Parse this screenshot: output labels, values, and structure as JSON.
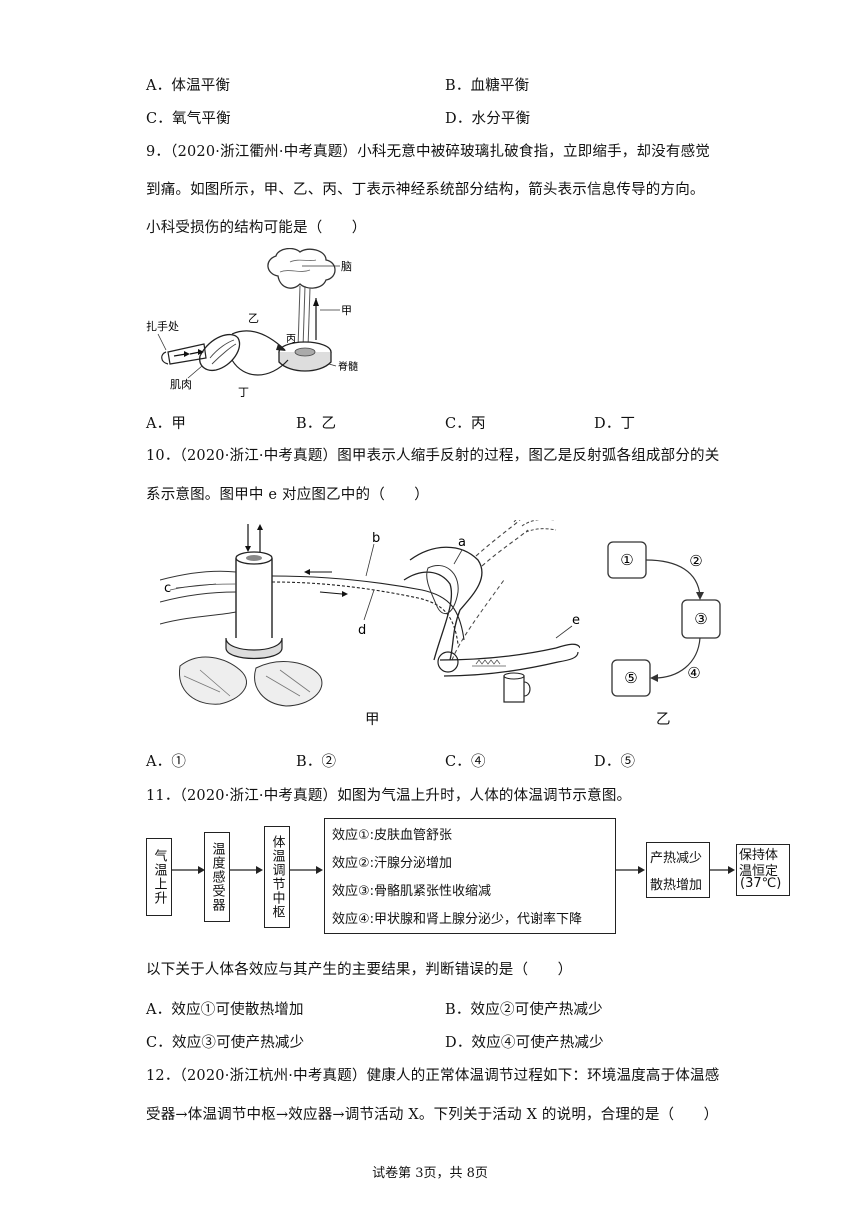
{
  "q8_options": {
    "A": "A．体温平衡",
    "B": "B．血糖平衡",
    "C": "C．氧气平衡",
    "D": "D．水分平衡"
  },
  "q9": {
    "line1": "9．（2020·浙江衢州·中考真题）小科无意中被碎玻璃扎破食指，立即缩手，却没有感觉",
    "line2": "到痛。如图所示，甲、乙、丙、丁表示神经系统部分结构，箭头表示信息传导的方向。",
    "line3": "小科受损伤的结构可能是（　　）",
    "figure": {
      "brain": "脑",
      "jia": "甲",
      "yi": "乙",
      "bing": "丙",
      "ding": "丁",
      "spinal_cord": "脊髓",
      "puncture_site": "扎手处",
      "muscle": "肌肉"
    },
    "options": {
      "A": "A．甲",
      "B": "B．乙",
      "C": "C．丙",
      "D": "D．丁"
    }
  },
  "q10": {
    "line1": "10．（2020·浙江·中考真题）图甲表示人缩手反射的过程，图乙是反射弧各组成部分的关",
    "line2": "系示意图。图甲中 e 对应图乙中的（　　）",
    "figure": {
      "a": "a",
      "b": "b",
      "c": "c",
      "d": "d",
      "e": "e",
      "caption_jia": "甲",
      "caption_yi": "乙",
      "n1": "①",
      "n2": "②",
      "n3": "③",
      "n4": "④",
      "n5": "⑤"
    },
    "options": {
      "A": "A．①",
      "B": "B．②",
      "C": "C．④",
      "D": "D．⑤"
    }
  },
  "q11": {
    "line1": "11．（2020·浙江·中考真题）如图为气温上升时，人体的体温调节示意图。",
    "flow": {
      "box1": "气温上升",
      "box2": "温度感受器",
      "box3": "体温调节中枢",
      "effect1": "效应①:皮肤血管舒张",
      "effect2": "效应②:汗腺分泌增加",
      "effect3": "效应③:骨骼肌紧张性收缩减",
      "effect4": "效应④:甲状腺和肾上腺分泌少，代谢率下降",
      "result1": "产热减少",
      "result2": "散热增加",
      "final1": "保持体",
      "final2": "温恒定",
      "final3": "(37℃)"
    },
    "stem": "以下关于人体各效应与其产生的主要结果，判断错误的是（　　）",
    "options": {
      "A": "A．效应①可使散热增加",
      "B": "B．效应②可使产热减少",
      "C": "C．效应③可使产热减少",
      "D": "D．效应④可使产热减少"
    }
  },
  "q12": {
    "line1": "12．（2020·浙江杭州·中考真题）健康人的正常体温调节过程如下：环境温度高于体温感",
    "line2": "受器→体温调节中枢→效应器→调节活动 X。下列关于活动 X 的说明，合理的是（　　）"
  },
  "footer": "试卷第 3页，共 8页"
}
